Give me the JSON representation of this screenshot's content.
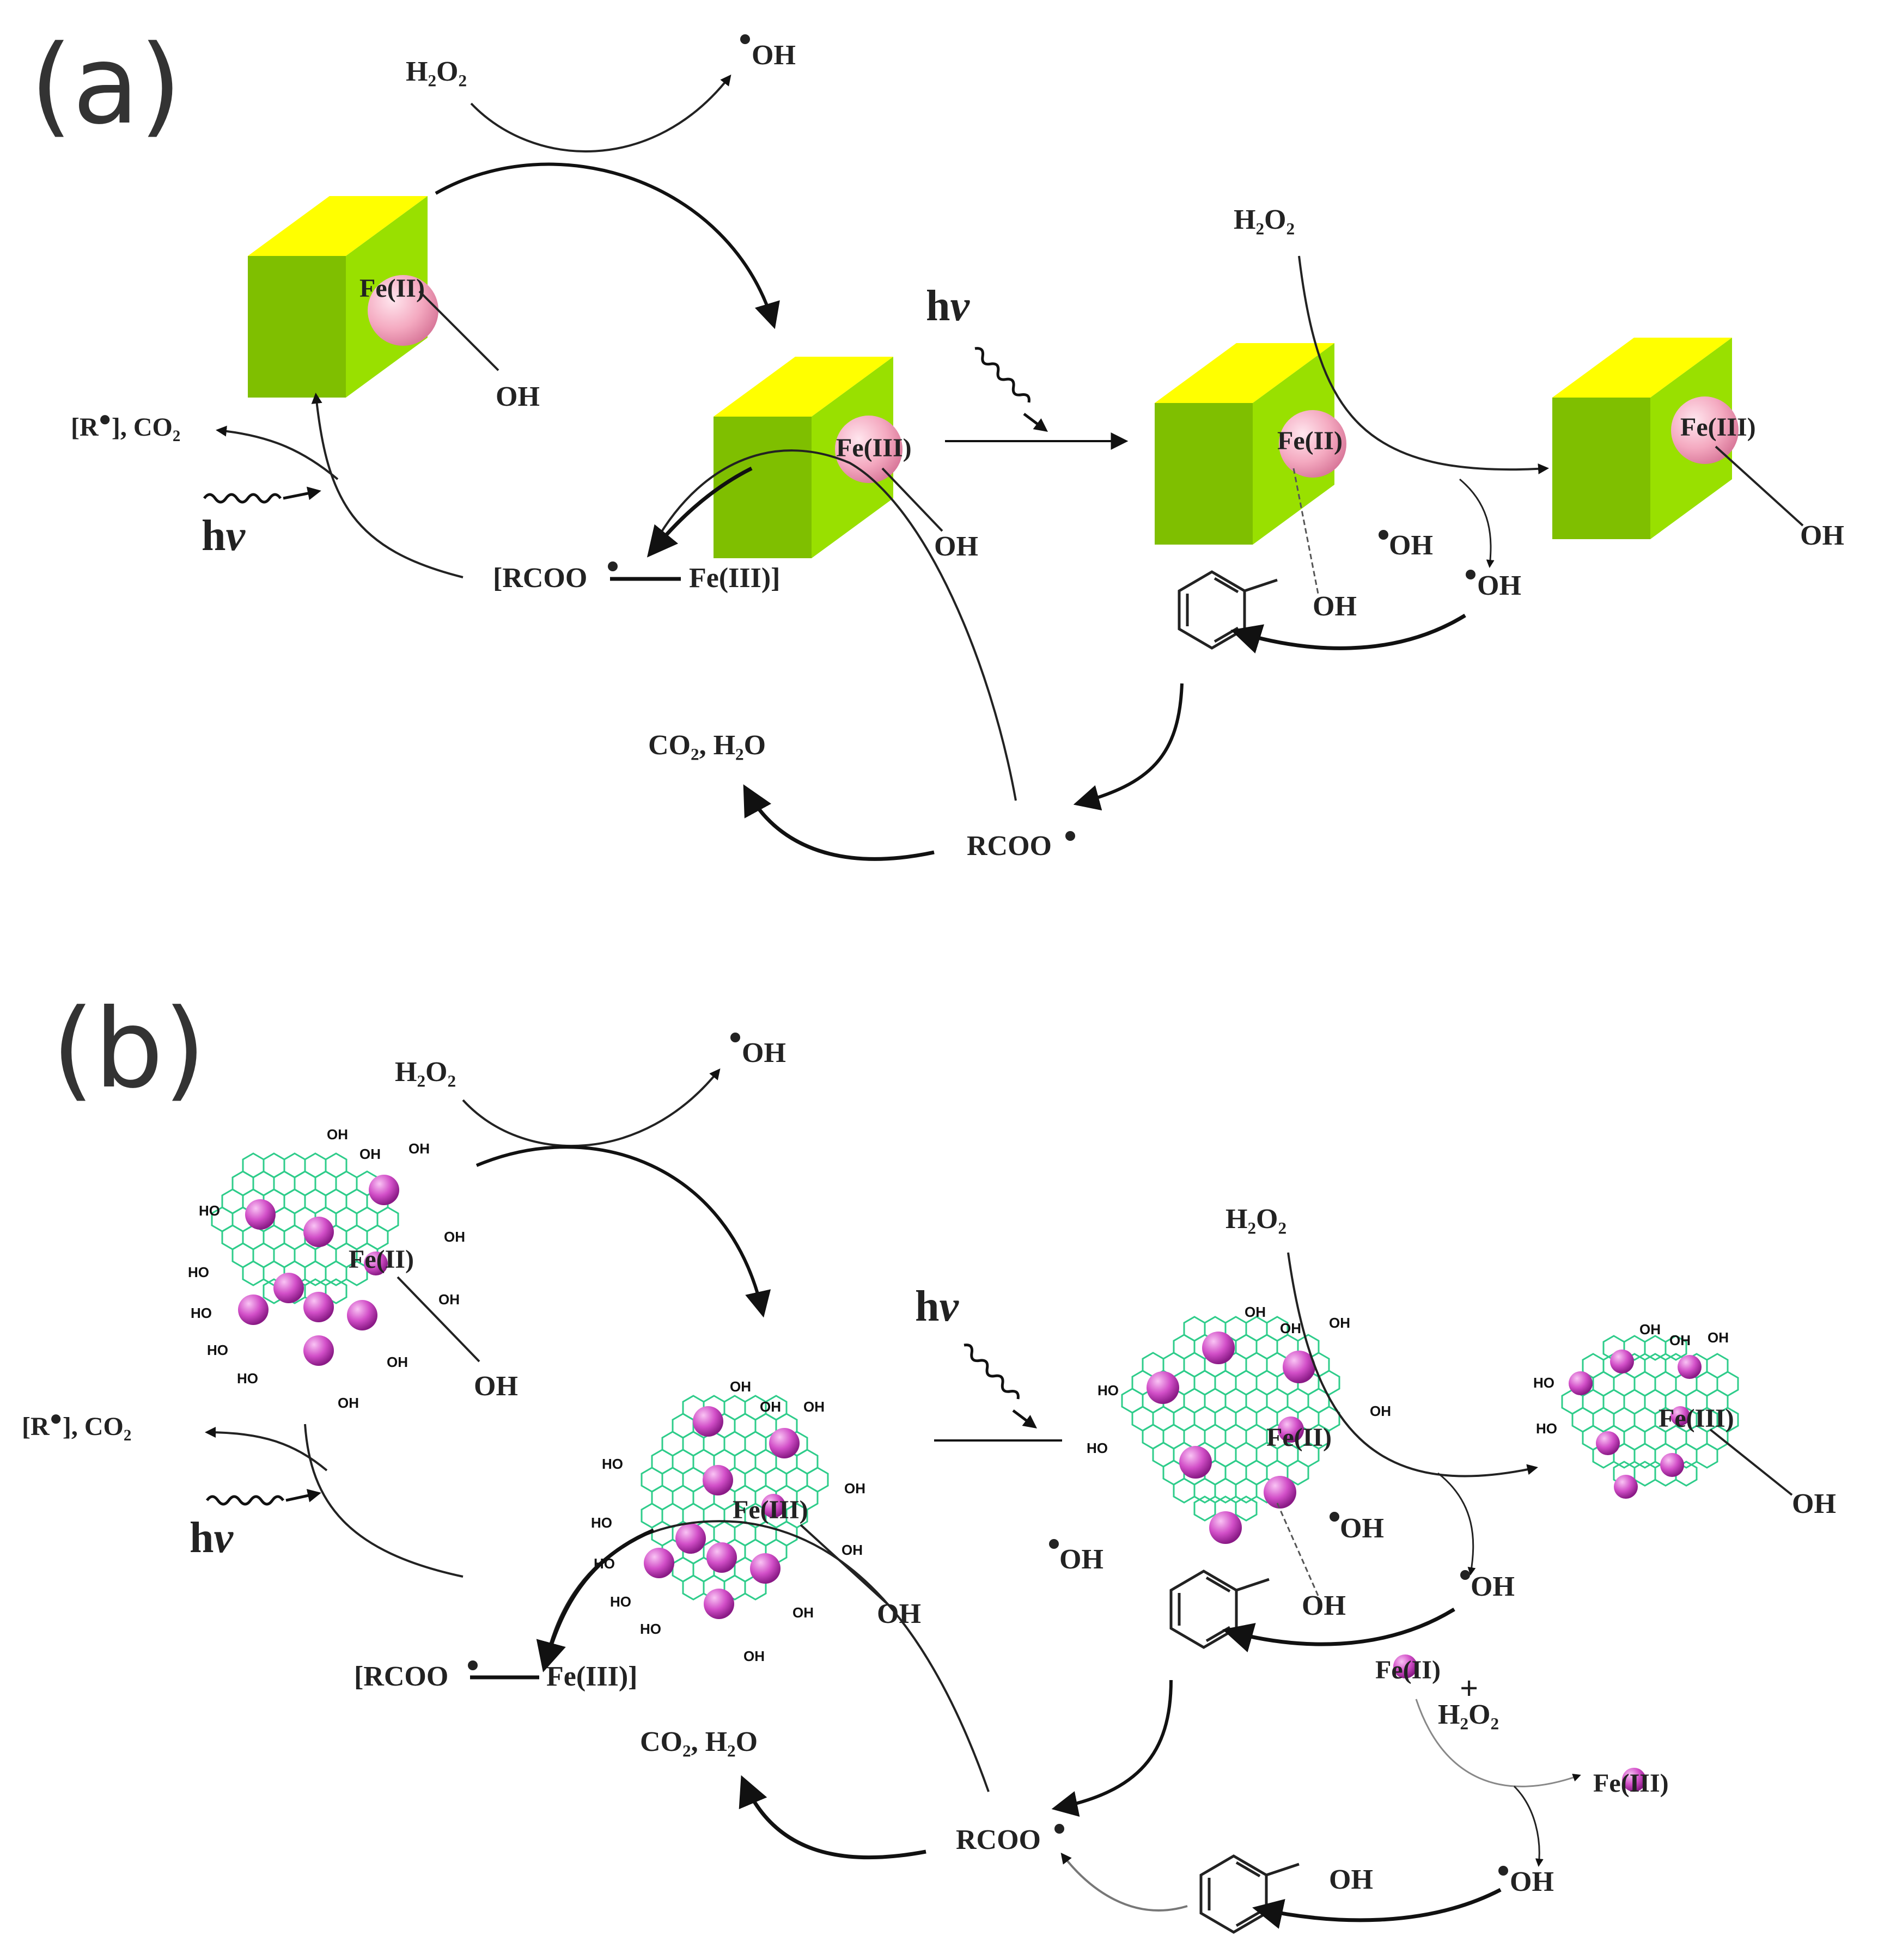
{
  "panel_a": {
    "tag": "(a)",
    "h2o2_top": "H₂O₂",
    "oh_top": "OH",
    "fe2_left": "Fe(II)",
    "oh_left": "OH",
    "r_co2": "[R",
    "r_co2_tail": "], CO₂",
    "hv_left": "h",
    "hv_left_nu": "ν",
    "fe3_mid": "Fe(III)",
    "oh_mid": "OH",
    "rcoo_fe": "[RCOO",
    "rcoo_fe_tail": "Fe(III)]",
    "hv_mid": "h",
    "hv_mid_nu": "ν",
    "fe2_right": "Fe(II)",
    "h2o2_right": "H₂O₂",
    "fe3_far": "Fe(III)",
    "oh_far": "OH",
    "oh_radical_1": "OH",
    "oh_radical_2": "OH",
    "phenol_oh": "OH",
    "co2_h2o": "CO₂, H₂O",
    "rcoo": "RCOO"
  },
  "panel_b": {
    "tag": "(b)",
    "h2o2_top": "H₂O₂",
    "oh_top": "OH",
    "fe2_left": "Fe(II)",
    "oh_left": "OH",
    "r_co2": "[R",
    "r_co2_tail": "], CO₂",
    "hv_left": "h",
    "hv_left_nu": "ν",
    "fe3_mid": "Fe(III)",
    "oh_mid": "OH",
    "rcoo_fe": "[RCOO",
    "rcoo_fe_tail": "Fe(III)]",
    "hv_mid": "h",
    "hv_mid_nu": "ν",
    "h2o2_right": "H₂O₂",
    "fe2_right": "Fe(II)",
    "fe3_far": "Fe(III)",
    "oh_far": "OH",
    "oh_radical_1": "OH",
    "oh_radical_2": "OH",
    "oh_radical_3": "OH",
    "phenol_oh": "OH",
    "fe2_free": "Fe(II)",
    "plus": "+",
    "h2o2_free": "H₂O₂",
    "fe3_free": "Fe(III)",
    "oh_radical_4": "OH",
    "phenol2_oh": "OH",
    "co2_h2o": "CO₂, H₂O",
    "rcoo": "RCOO",
    "ring_ho": "HO",
    "ring_oh": "OH"
  },
  "colors": {
    "cube_front": "#86bf00",
    "cube_top": "#ffff00",
    "sphere_light": "#ffd6e0",
    "sphere_dark": "#e07fa0",
    "graphene": "#2ecc8a",
    "particle_light": "#f5a8f0",
    "particle_dark": "#a0209a"
  }
}
